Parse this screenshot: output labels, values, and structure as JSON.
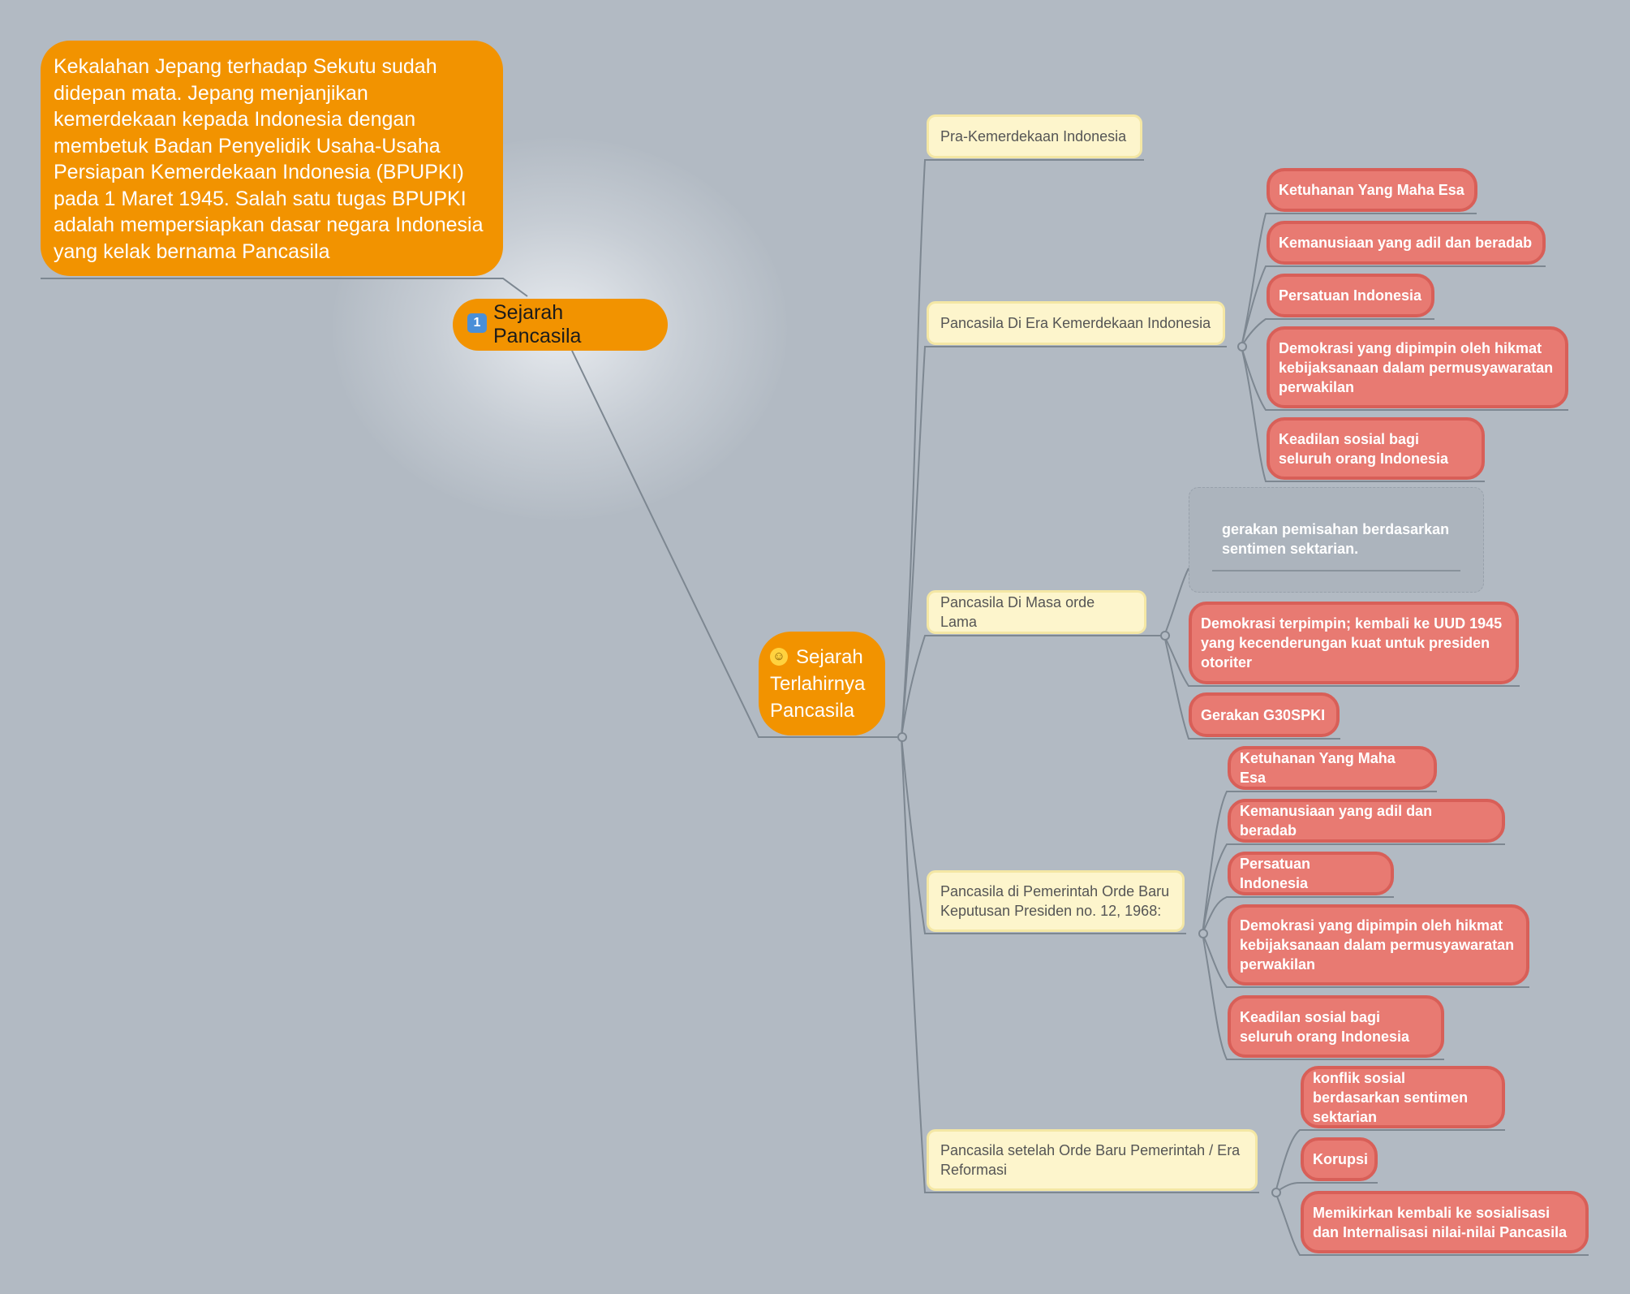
{
  "colors": {
    "background": "#b2bac3",
    "orange_node": "#f29300",
    "category_fill": "#fdf5cc",
    "leaf_fill": "#e87a72",
    "leaf_border": "#d85f58",
    "connector": "#7d8791"
  },
  "note": {
    "text": "Kekalahan Jepang terhadap Sekutu sudah didepan mata. Jepang menjanjikan kemerdekaan kepada Indonesia dengan membetuk Badan Penyelidik Usaha-Usaha Persiapan Kemerdekaan Indonesia (BPUPKI) pada 1 Maret 1945. Salah satu tugas BPUPKI adalah mempersiapkan dasar negara Indonesia yang kelak bernama Pancasila"
  },
  "root": {
    "icon": "keycap-one-icon",
    "icon_text": "1",
    "label": "Sejarah Pancasila"
  },
  "center": {
    "icon": "smiley-face-icon",
    "icon_text": "☺",
    "label": "Sejarah Terlahirnya Pancasila"
  },
  "categories": [
    {
      "label": "Pra-Kemerdekaan Indonesia",
      "items": []
    },
    {
      "label": "Pancasila Di Era Kemerdekaan Indonesia",
      "items": [
        "Ketuhanan Yang Maha Esa",
        "Kemanusiaan yang adil dan beradab",
        "Persatuan Indonesia",
        "Demokrasi yang dipimpin oleh hikmat kebijaksanaan dalam permusyawaratan perwakilan",
        "Keadilan sosial bagi seluruh orang Indonesia"
      ]
    },
    {
      "label": "Pancasila Di Masa orde Lama",
      "ghost_item": "gerakan pemisahan berdasarkan sentimen sektarian.",
      "items": [
        "Demokrasi terpimpin; kembali ke UUD 1945 yang kecenderungan kuat untuk presiden otoriter",
        "Gerakan G30SPKI"
      ]
    },
    {
      "label": "Pancasila di Pemerintah Orde Baru Keputusan Presiden no. 12, 1968:",
      "items": [
        "Ketuhanan Yang Maha Esa",
        "Kemanusiaan yang adil dan beradab",
        "Persatuan Indonesia",
        "Demokrasi yang dipimpin oleh hikmat kebijaksanaan dalam permusyawaratan perwakilan",
        "Keadilan sosial bagi seluruh orang Indonesia"
      ]
    },
    {
      "label": "Pancasila setelah Orde Baru Pemerintah / Era Reformasi",
      "items": [
        "konflik sosial berdasarkan sentimen sektarian",
        "Korupsi",
        "Memikirkan kembali ke sosialisasi dan Internalisasi nilai-nilai Pancasila"
      ]
    }
  ]
}
